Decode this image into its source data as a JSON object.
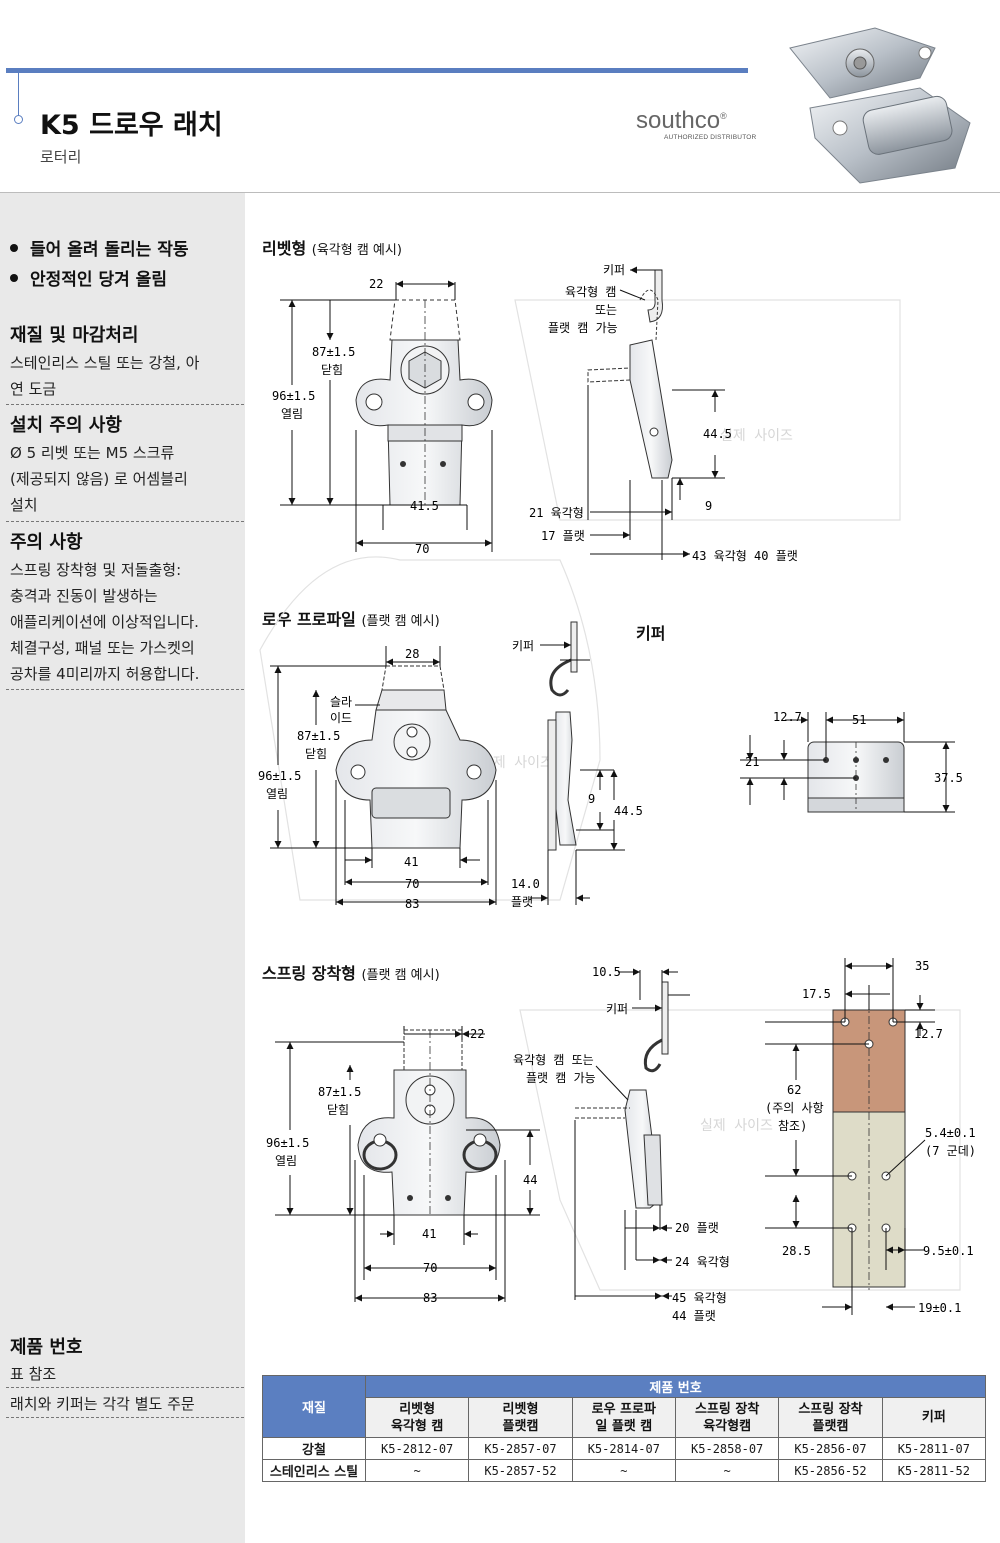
{
  "header": {
    "title": "K5 드로우 래치",
    "subtitle": "로터리",
    "brand": "southco",
    "brand_mark": "®",
    "brand_sub": "AUTHORIZED DISTRIBUTOR"
  },
  "sidebar": {
    "bullets": [
      "들어 올려 돌리는 작동",
      "안정적인 당겨 올림"
    ],
    "sections": [
      {
        "heading": "재질 및 마감처리",
        "lines": [
          "스테인리스 스틸 또는 강철, 아",
          "연 도금"
        ]
      },
      {
        "heading": "설치 주의 사항",
        "lines": [
          "Ø 5 리벳 또는 M5 스크류",
          "(제공되지 않음) 로 어셈블리",
          "설치"
        ]
      },
      {
        "heading": "주의 사항",
        "lines": [
          "스프링 장착형 및 저돌출형:",
          "충격과 진동이 발생하는",
          "애플리케이션에 이상적입니다.",
          "체결구성, 패널 또는 가스켓의",
          "공차를 4미리까지 허용합니다."
        ]
      }
    ],
    "product_number": {
      "heading": "제품 번호",
      "lines": [
        "표 참조",
        "래치와 키퍼는 각각 별도 주문"
      ]
    }
  },
  "drawings": {
    "rivet": {
      "heading": "리벳형",
      "note": "(육각형 캠 예시)",
      "labels": {
        "w22": "22",
        "closed": "87±1.5",
        "closed_word": "닫힘",
        "open": "96±1.5",
        "open_word": "열림",
        "w41": "41.5",
        "w70": "70"
      },
      "side": {
        "keeper": "키퍼",
        "cam1": "육각형 캠",
        "cam2": "또는",
        "cam3": "플랫 캠 가능",
        "h44": "44.5",
        "d9": "9",
        "hex21": "21 육각형",
        "flat17": "17 플랫",
        "w43": "43 육각형 40 플랫"
      }
    },
    "low": {
      "heading": "로우 프로파일",
      "note": "(플랫 캠 예시)",
      "labels": {
        "w28": "28",
        "slide1": "슬라",
        "slide2": "이드",
        "closed": "87±1.5",
        "closed_word": "닫힘",
        "open": "96±1.5",
        "open_word": "열림",
        "w41": "41",
        "w70": "70",
        "w83": "83"
      },
      "side": {
        "keeper": "키퍼",
        "d9": "9",
        "h44": "44.5",
        "t14": "14.0",
        "flat": "플랫"
      }
    },
    "keeper": {
      "heading": "키퍼",
      "labels": {
        "a": "12.7",
        "b": "51",
        "c": "21",
        "d": "37.5"
      }
    },
    "spring": {
      "heading": "스프링 장착형",
      "note": "(플랫 캠 예시)",
      "labels": {
        "w22": "22",
        "closed": "87±1.5",
        "closed_word": "닫힘",
        "open": "96±1.5",
        "open_word": "열림",
        "h44": "44",
        "w41": "41",
        "w70": "70",
        "w83": "83"
      },
      "side": {
        "d10": "10.5",
        "keeper": "키퍼",
        "cam1": "육각형 캠 또는",
        "cam2": "플랫 캠 가능",
        "flat20": "20 플랫",
        "hex24": "24 육각형",
        "hex45": "45 육각형",
        "flat44": "44 플랫"
      },
      "cutout": {
        "w35": "35",
        "w17": "17.5",
        "h12": "12.7",
        "h62": "62",
        "note1": "(주의 사항",
        "note2": "참조)",
        "hole1": "5.4±0.1",
        "hole2": "(7 군데)",
        "h28": "28.5",
        "w9": "9.5±0.1",
        "w19": "19±0.1"
      }
    },
    "watermark": "실제 사이즈"
  },
  "table": {
    "col_material": "재질",
    "group_header": "제품 번호",
    "columns": [
      [
        "리벳형",
        "육각형 캠"
      ],
      [
        "리벳형",
        "플랫캠"
      ],
      [
        "로우 프로파",
        "일 플랫 캠"
      ],
      [
        "스프링 장착",
        "육각형캠"
      ],
      [
        "스프링 장착",
        "플랫캠"
      ],
      [
        "키퍼"
      ]
    ],
    "rows": [
      {
        "material": "강철",
        "values": [
          "K5-2812-07",
          "K5-2857-07",
          "K5-2814-07",
          "K5-2858-07",
          "K5-2856-07",
          "K5-2811-07"
        ]
      },
      {
        "material": "스테인리스 스틸",
        "values": [
          "~",
          "K5-2857-52",
          "~",
          "~",
          "K5-2856-52",
          "K5-2811-52"
        ]
      }
    ]
  },
  "colors": {
    "accent": "#5a7ec0",
    "table_header": "#5b7fc1",
    "sidebar_bg": "#e9e9e9",
    "cutout_top": "#c8967a",
    "cutout_bottom": "#dedcc8"
  }
}
